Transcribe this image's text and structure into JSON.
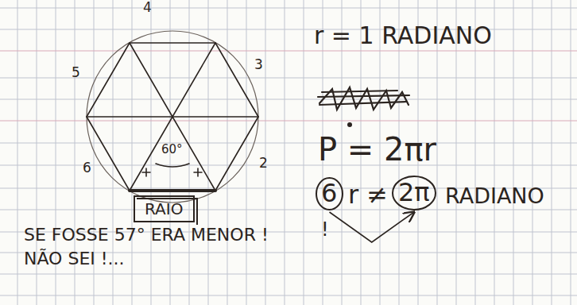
{
  "diagram": {
    "nodes": [
      {
        "text": [
          "RAIO"
        ]
      },
      {
        "text": [
          "6"
        ]
      },
      {
        "text": [
          "2π"
        ]
      }
    ],
    "edges": [
      {
        "from": 1,
        "to": 2,
        "arrow": "to"
      }
    ],
    "labels": [
      "4",
      "5",
      "3",
      "2",
      "6",
      "60°",
      "r = 1 RADIANO",
      "P = 2πr",
      "r ≠",
      "RADIANO",
      "!",
      "SE FOSSE 57° ERA MENOR !",
      "NÃO SEI !..."
    ]
  }
}
